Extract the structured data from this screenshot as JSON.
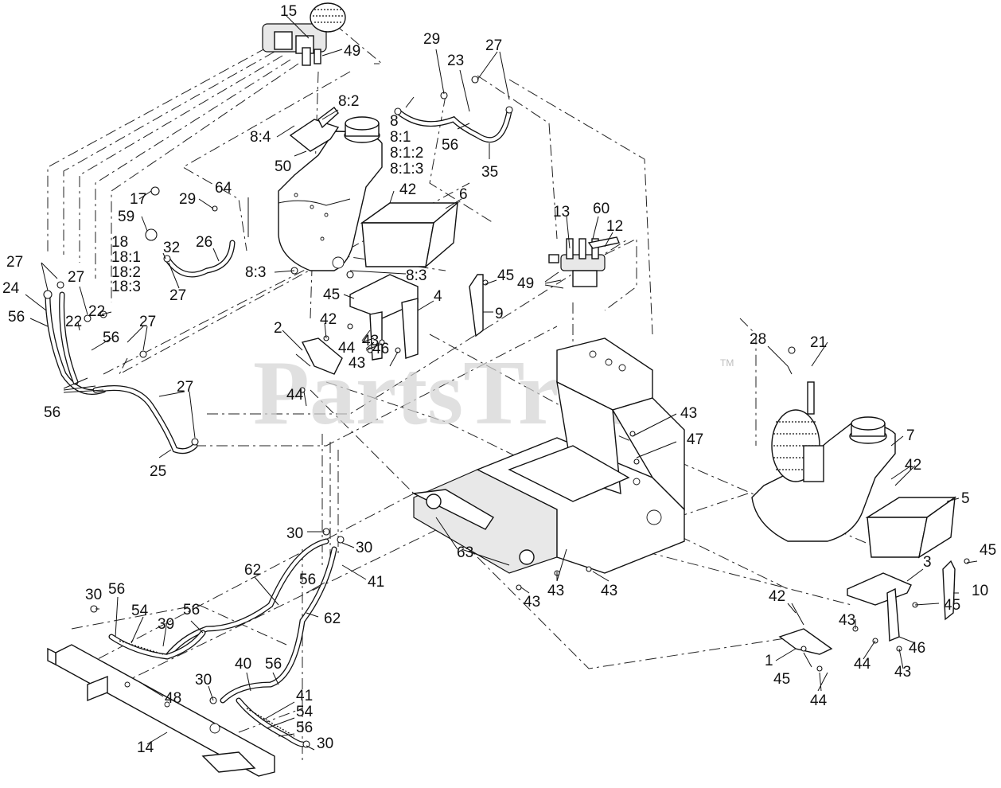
{
  "watermark": {
    "text": "PartsTree",
    "trademark": "TM"
  },
  "callouts": [
    "15",
    "49",
    "29",
    "23",
    "27",
    "8:2",
    "8",
    "8:1",
    "8:1:2",
    "8:1:3",
    "8:4",
    "50",
    "56",
    "35",
    "64",
    "42",
    "6",
    "17",
    "59",
    "29",
    "26",
    "18",
    "32",
    "18:1",
    "18:2",
    "18:3",
    "27",
    "8:3",
    "8:3",
    "13",
    "60",
    "12",
    "45",
    "49",
    "27",
    "24",
    "22",
    "27",
    "22",
    "56",
    "56",
    "27",
    "45",
    "42",
    "4",
    "44",
    "43",
    "2",
    "43",
    "46",
    "9",
    "28",
    "21",
    "56",
    "27",
    "44",
    "43",
    "47",
    "7",
    "25",
    "42",
    "5",
    "30",
    "30",
    "63",
    "62",
    "41",
    "56",
    "43",
    "43",
    "43",
    "45",
    "30",
    "56",
    "54",
    "39",
    "56",
    "62",
    "3",
    "10",
    "42",
    "45",
    "43",
    "44",
    "46",
    "43",
    "40",
    "56",
    "30",
    "48",
    "1",
    "45",
    "44",
    "41",
    "54",
    "56",
    "14",
    "30"
  ]
}
